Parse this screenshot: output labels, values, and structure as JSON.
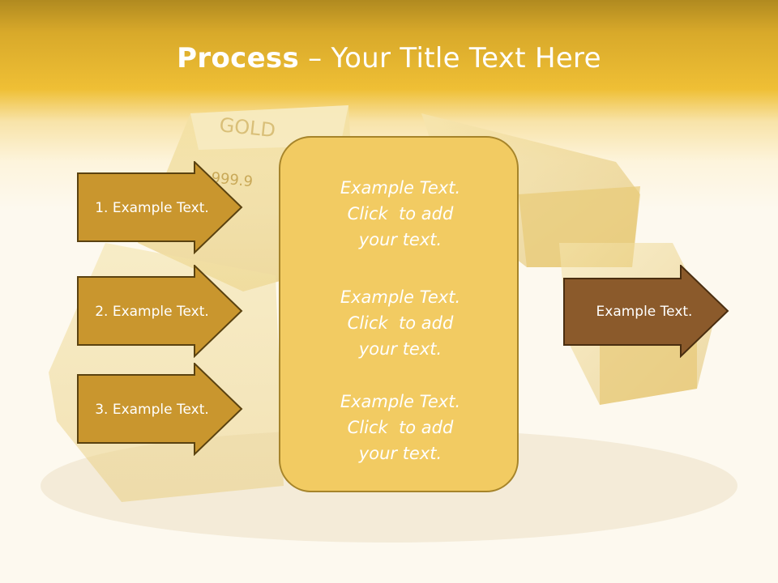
{
  "slide": {
    "title_bold": "Process",
    "title_rest": " – Your Title Text Here",
    "background_image": "gold-bars",
    "stamp_text": "GOLD",
    "stamp_purity": "999.9",
    "left_arrows": [
      {
        "label": "1. Example Text."
      },
      {
        "label": "2. Example Text."
      },
      {
        "label": "3. Example Text."
      }
    ],
    "center_items": [
      {
        "line1": "Example Text.",
        "line2": "Click  to add",
        "line3": "your text."
      },
      {
        "line1": "Example Text.",
        "line2": "Click  to add",
        "line3": "your text."
      },
      {
        "line1": "Example Text.",
        "line2": "Click  to add",
        "line3": "your text."
      }
    ],
    "right_arrow": {
      "label": "Example Text."
    }
  },
  "colors": {
    "header_gold": "#efbf35",
    "arrow_fill": "#c9962e",
    "arrow_border": "#5a4210",
    "center_fill": "#f2cb62",
    "center_border": "#a6842a",
    "right_arrow_fill": "#8b5a2b",
    "text": "#ffffff"
  }
}
